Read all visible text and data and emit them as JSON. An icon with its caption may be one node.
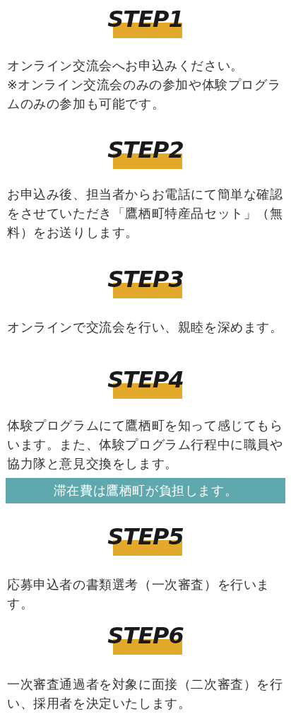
{
  "diagram": {
    "nodes": [
      {
        "text": [
          "滞在費は鷹栖町が負担します。"
        ]
      }
    ],
    "labels": [
      "STEP1",
      "オンライン交流会へお申込みください。",
      "※オンライン交流会のみの参加や体験プログラムのみの参加も可能です。",
      "STEP2",
      "お申込み後、担当者からお電話にて簡単な確認をさせていただき「鷹栖町特産品セット」（無料）をお送りします。",
      "STEP3",
      "オンラインで交流会を行い、親睦を深めます。",
      "STEP4",
      "体験プログラムにて鷹栖町を知って感じてもらいます。また、体験プログラム行程中に職員や協力隊と意見交換をします。",
      "STEP5",
      "応募申込者の書類選考（一次審査）を行います。",
      "STEP6",
      "一次審査通過者を対象に面接（二次審査）を行い、採用者を決定いたします。"
    ]
  }
}
